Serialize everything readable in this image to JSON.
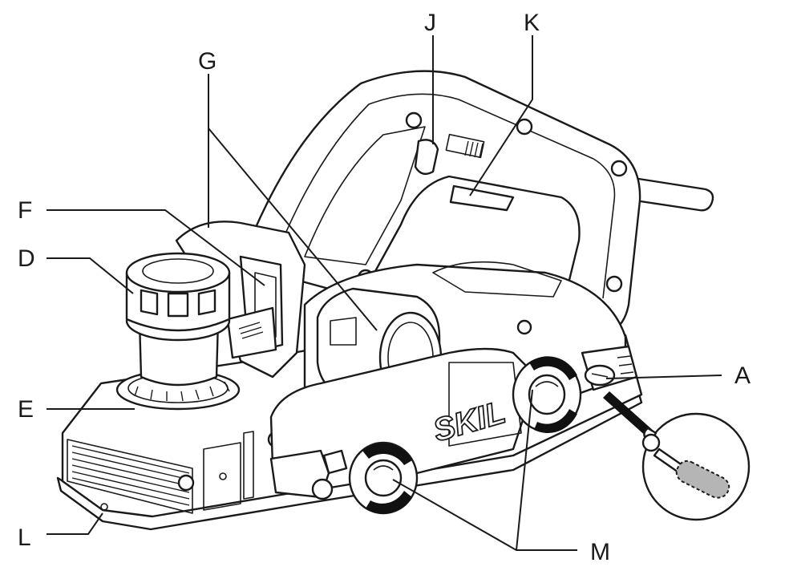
{
  "brand": "SKIL",
  "callouts": [
    {
      "id": "A",
      "label": "A"
    },
    {
      "id": "D",
      "label": "D"
    },
    {
      "id": "E",
      "label": "E"
    },
    {
      "id": "F",
      "label": "F"
    },
    {
      "id": "G",
      "label": "G"
    },
    {
      "id": "J",
      "label": "J"
    },
    {
      "id": "K",
      "label": "K"
    },
    {
      "id": "L",
      "label": "L"
    },
    {
      "id": "M",
      "label": "M"
    }
  ],
  "icons": {
    "detail_inset": "wrench-icon",
    "brush": "carbon-brush-icon"
  },
  "colors": {
    "line": "#1a1a1a",
    "background": "#ffffff",
    "brush_fill": "#b5b5b5"
  }
}
